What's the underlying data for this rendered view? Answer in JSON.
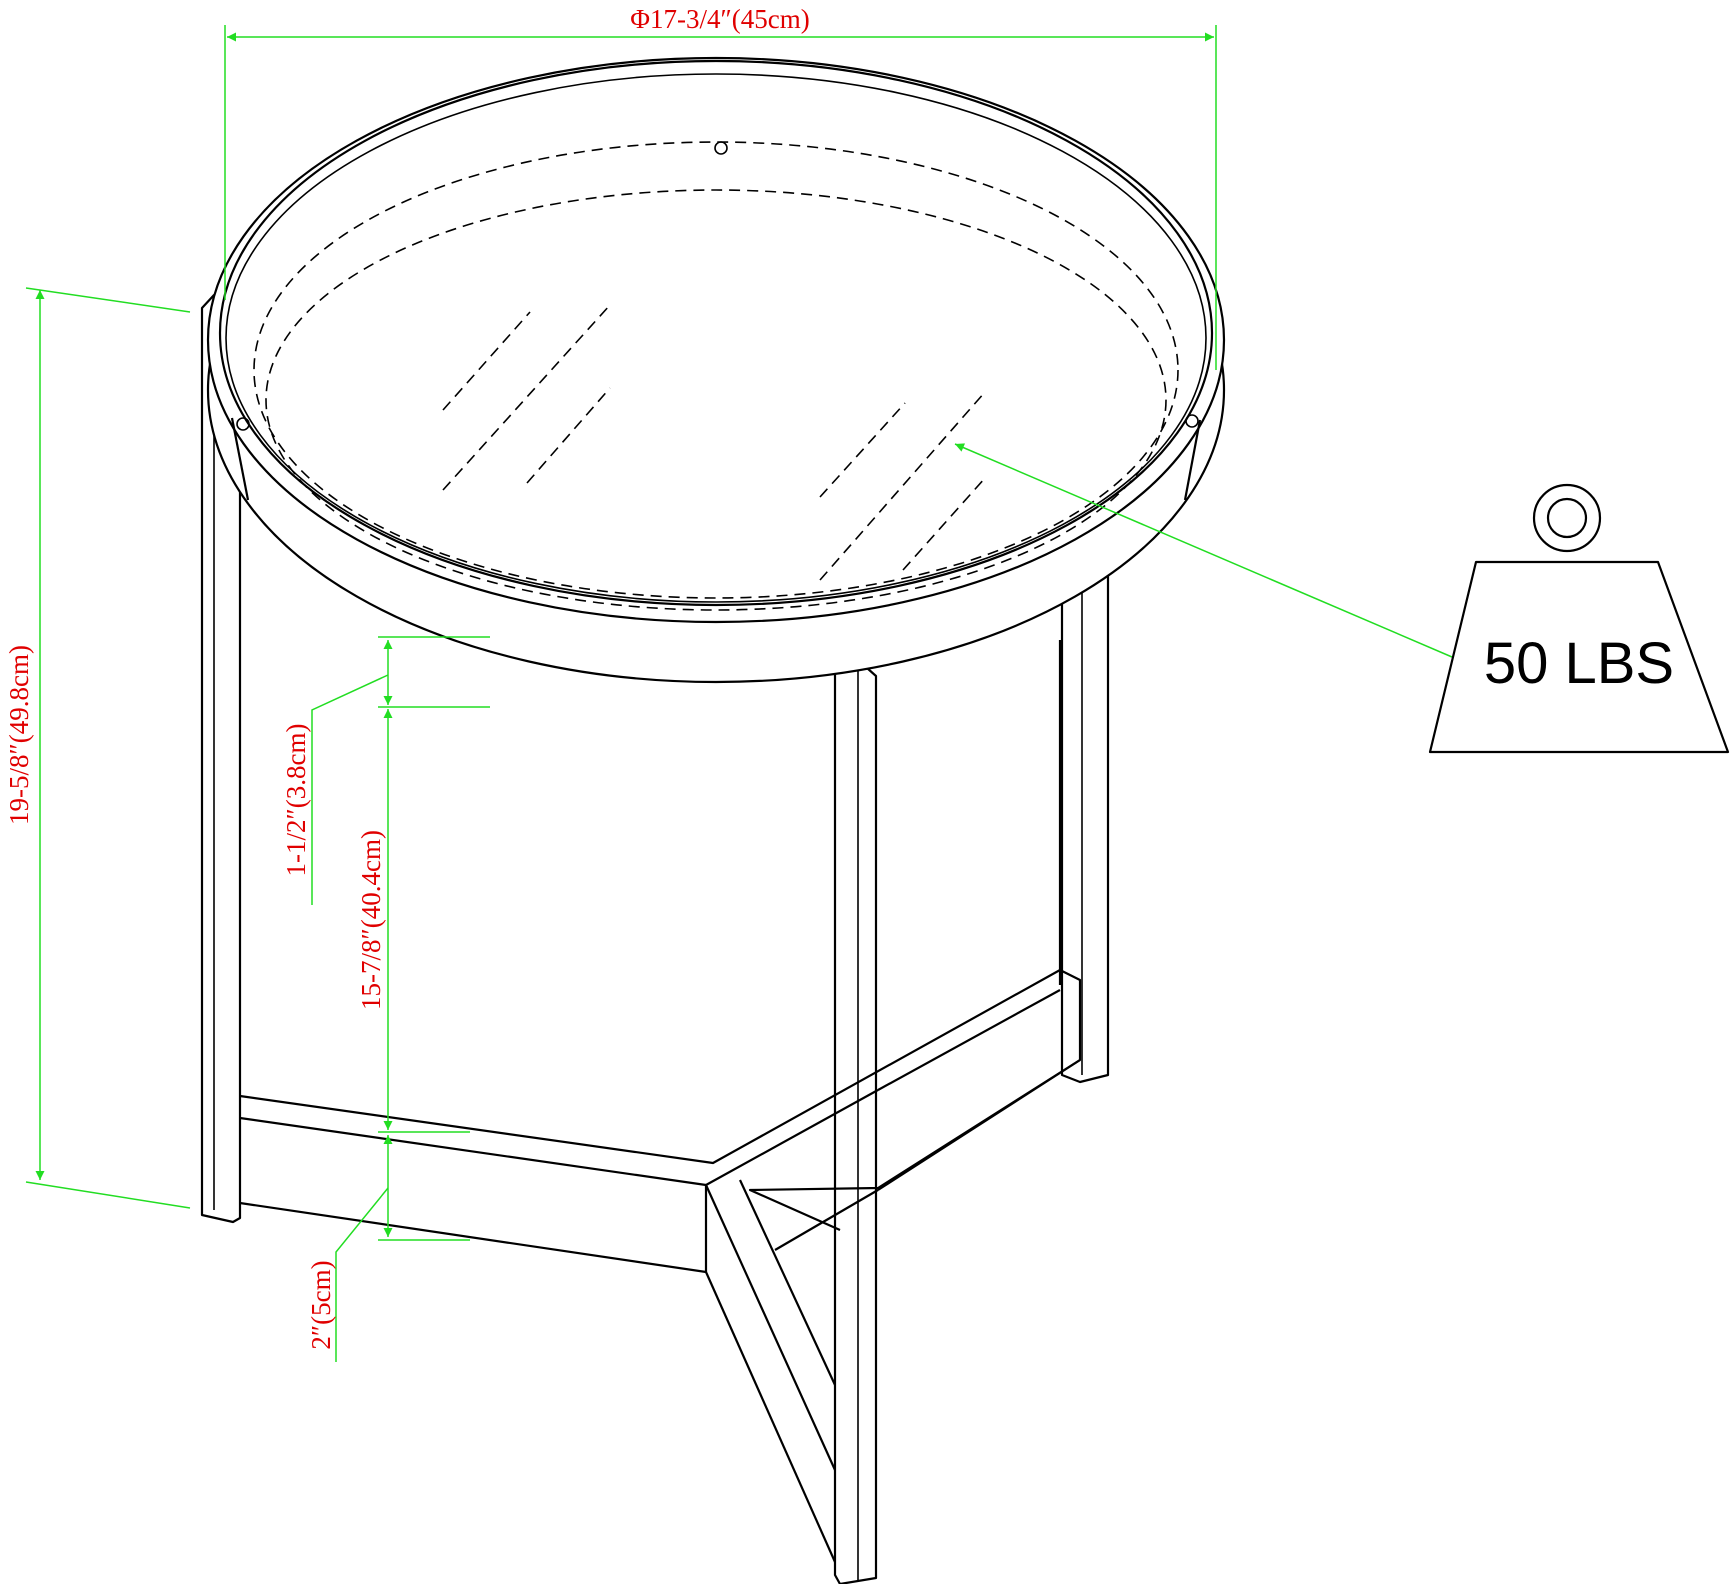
{
  "dimensions": {
    "diameter": "Φ17-3/4″(45cm)",
    "total_height": "19-5/8″(49.8cm)",
    "tray_depth": "1-1/2″(3.8cm)",
    "leg_clearance": "15-7/8″(40.4cm)",
    "base_height": "2″(5cm)"
  },
  "weight_label": "50 LBS",
  "colors": {
    "line": "#000000",
    "dimension_line": "#22dd22",
    "dimension_text": "#e00000"
  }
}
